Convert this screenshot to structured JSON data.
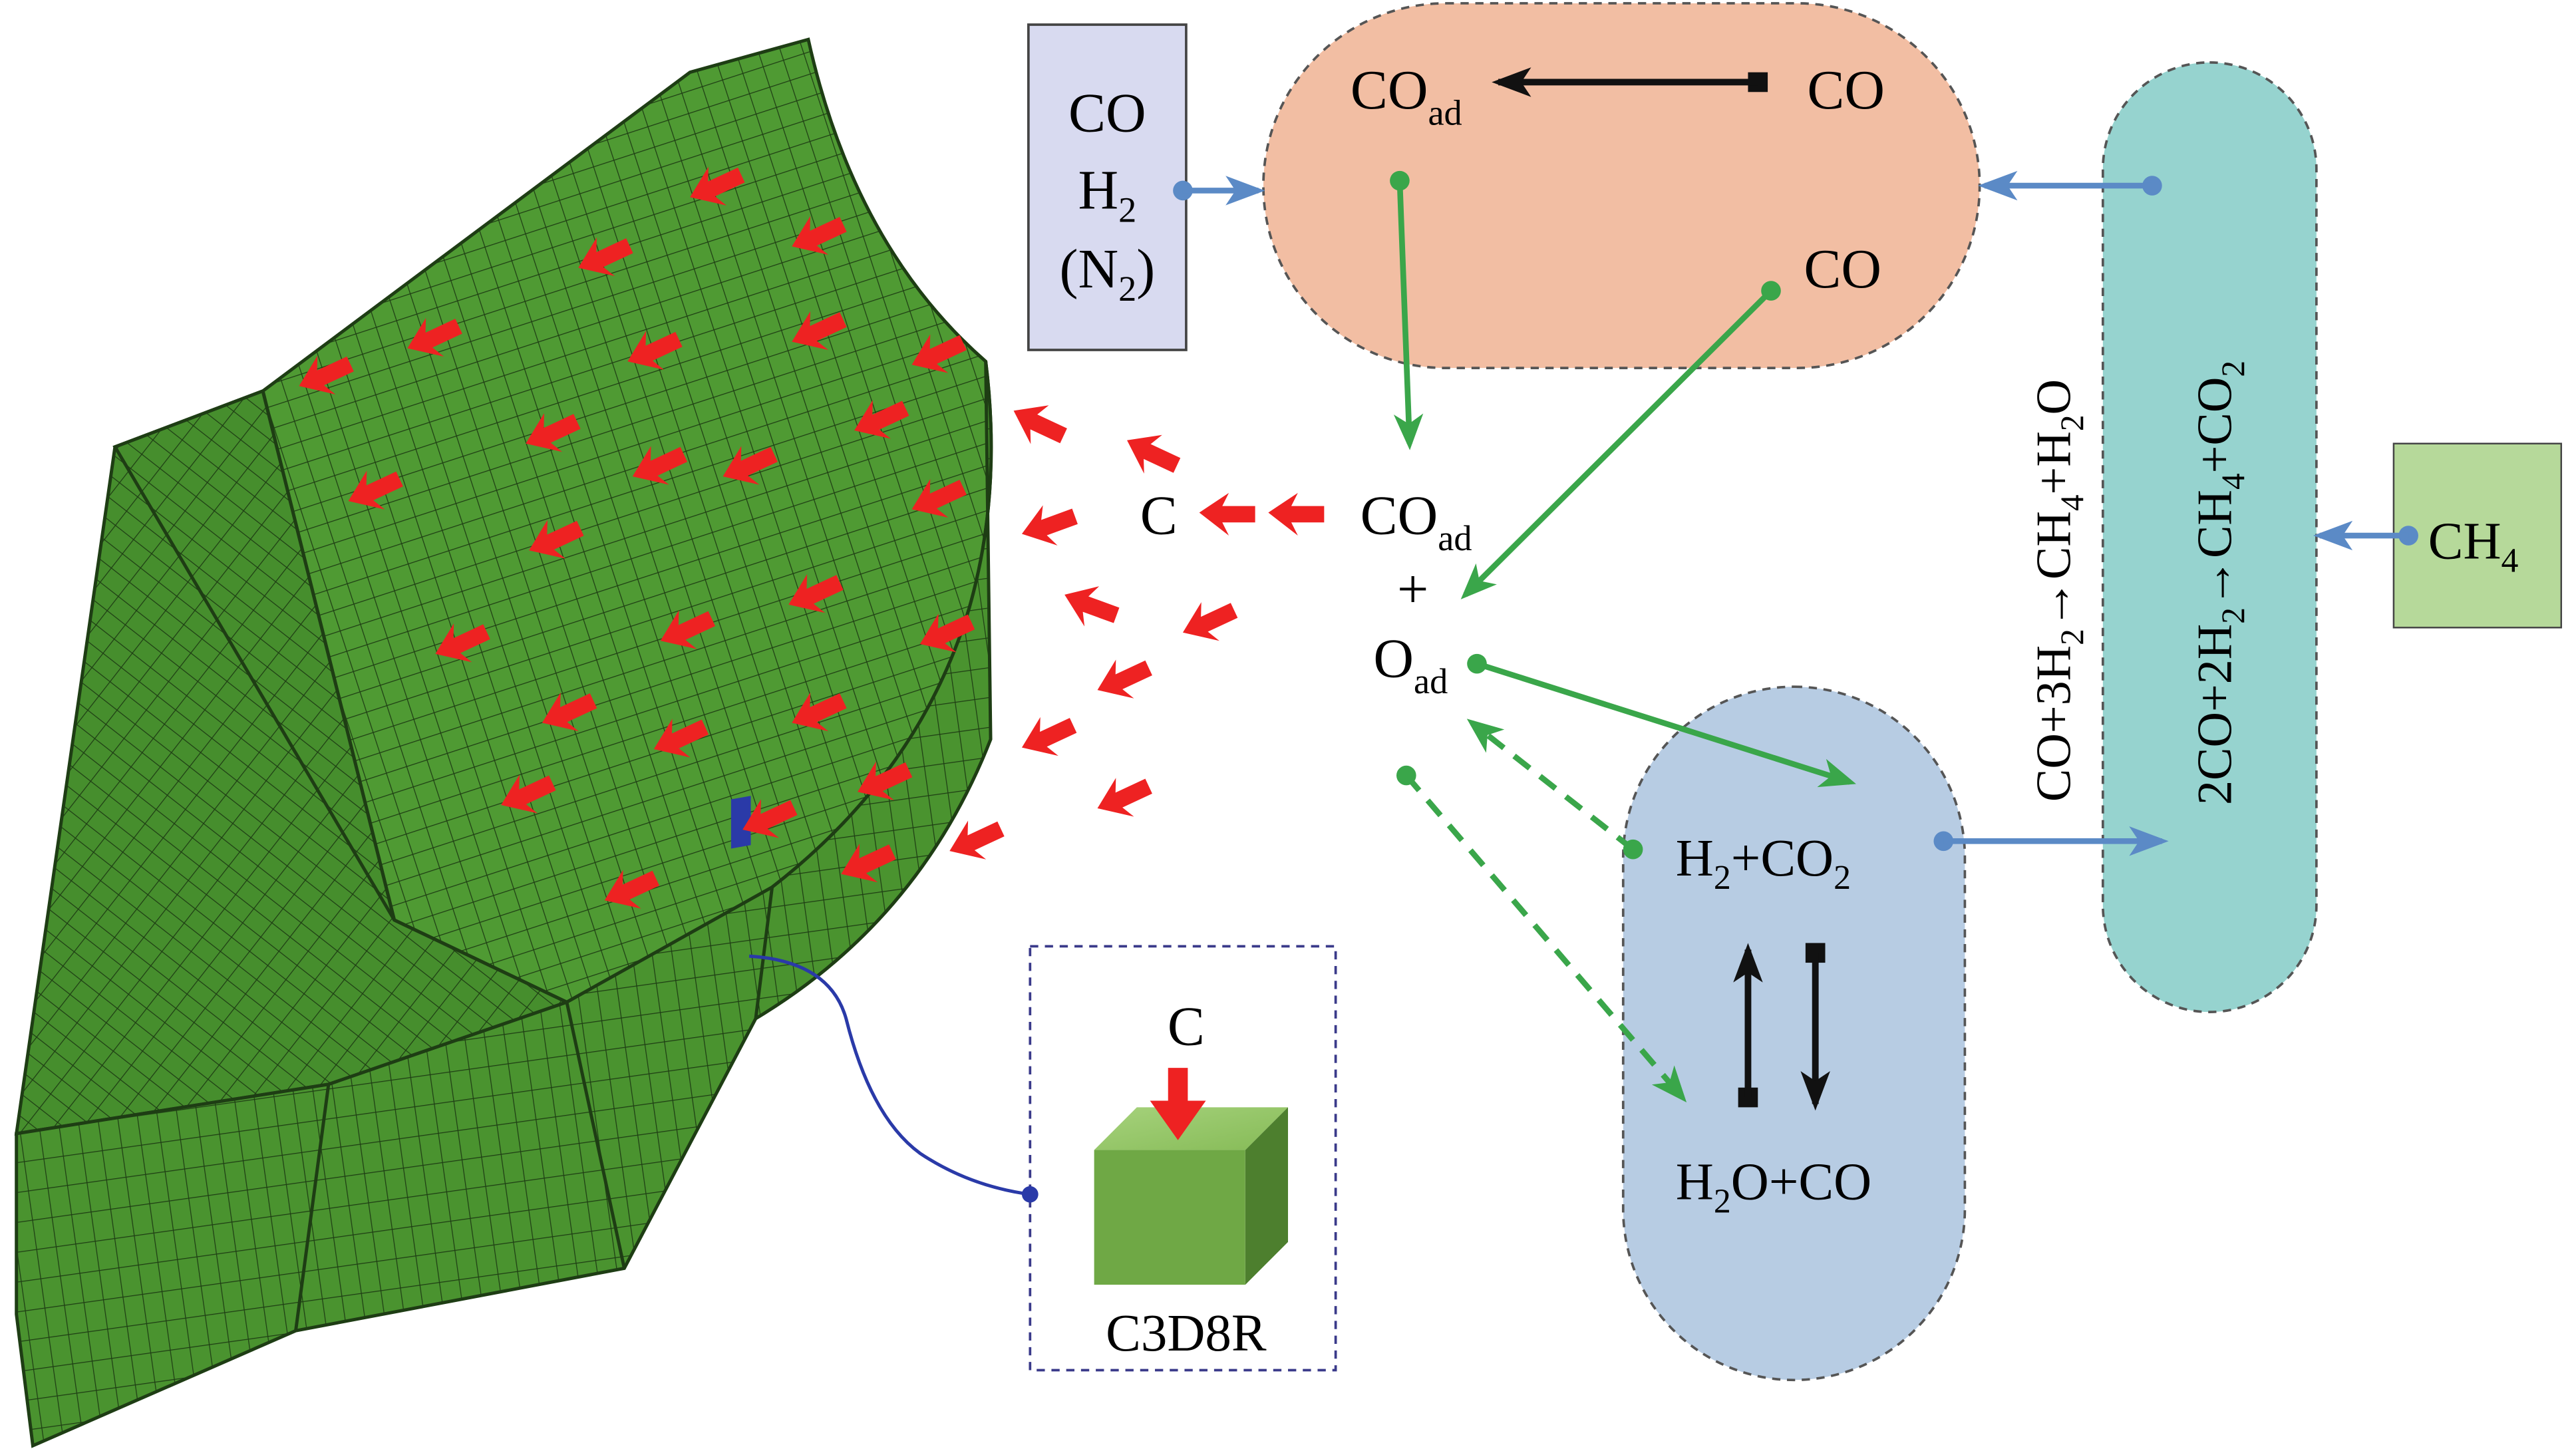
{
  "colors": {
    "mesh_fill": "#4f9a33",
    "mesh_fill_dark": "#3e7f27",
    "mesh_line": "#1e3d14",
    "red_arrow": "#ee2222",
    "feed_box": "#d8daf0",
    "co_box": "#f2bea3",
    "shift_box": "#b7cce3",
    "methanation_box": "#96d3cf",
    "ch4_box": "#b6d99a",
    "green_arrow": "#3aa64a",
    "blue_arrow": "#5b8ac6"
  },
  "labels": {
    "feed_co": "CO",
    "feed_h2": "H",
    "feed_h2_sub": "2",
    "feed_n2_open": "(N",
    "feed_n2_sub": "2",
    "feed_n2_close": ")",
    "coad": "CO",
    "coad_sub": "ad",
    "co_top": "CO",
    "co_mid": "CO",
    "c": "C",
    "coad2": "CO",
    "coad2_sub": "ad",
    "plus": "+",
    "oad": "O",
    "oad_sub": "ad",
    "h2_a": "H",
    "h2_a_sub": "2",
    "h2_a_rest": "+CO",
    "h2_a_sub2": "2",
    "h2o_co": "H",
    "h2o_co_sub": "2",
    "h2o_co_rest": "O+CO",
    "reaction1": {
      "p1": "CO+3H",
      "s1": "2",
      "p2": "→CH",
      "s2": "4",
      "p3": "+H",
      "s3": "2",
      "p4": "O"
    },
    "reaction2": {
      "p1": "2CO+2H",
      "s1": "2",
      "p2": "→CH",
      "s2": "4",
      "p3": "+CO",
      "s3": "2"
    },
    "ch4": "CH",
    "ch4_sub": "4",
    "element_c": "C",
    "element_type": "C3D8R"
  }
}
